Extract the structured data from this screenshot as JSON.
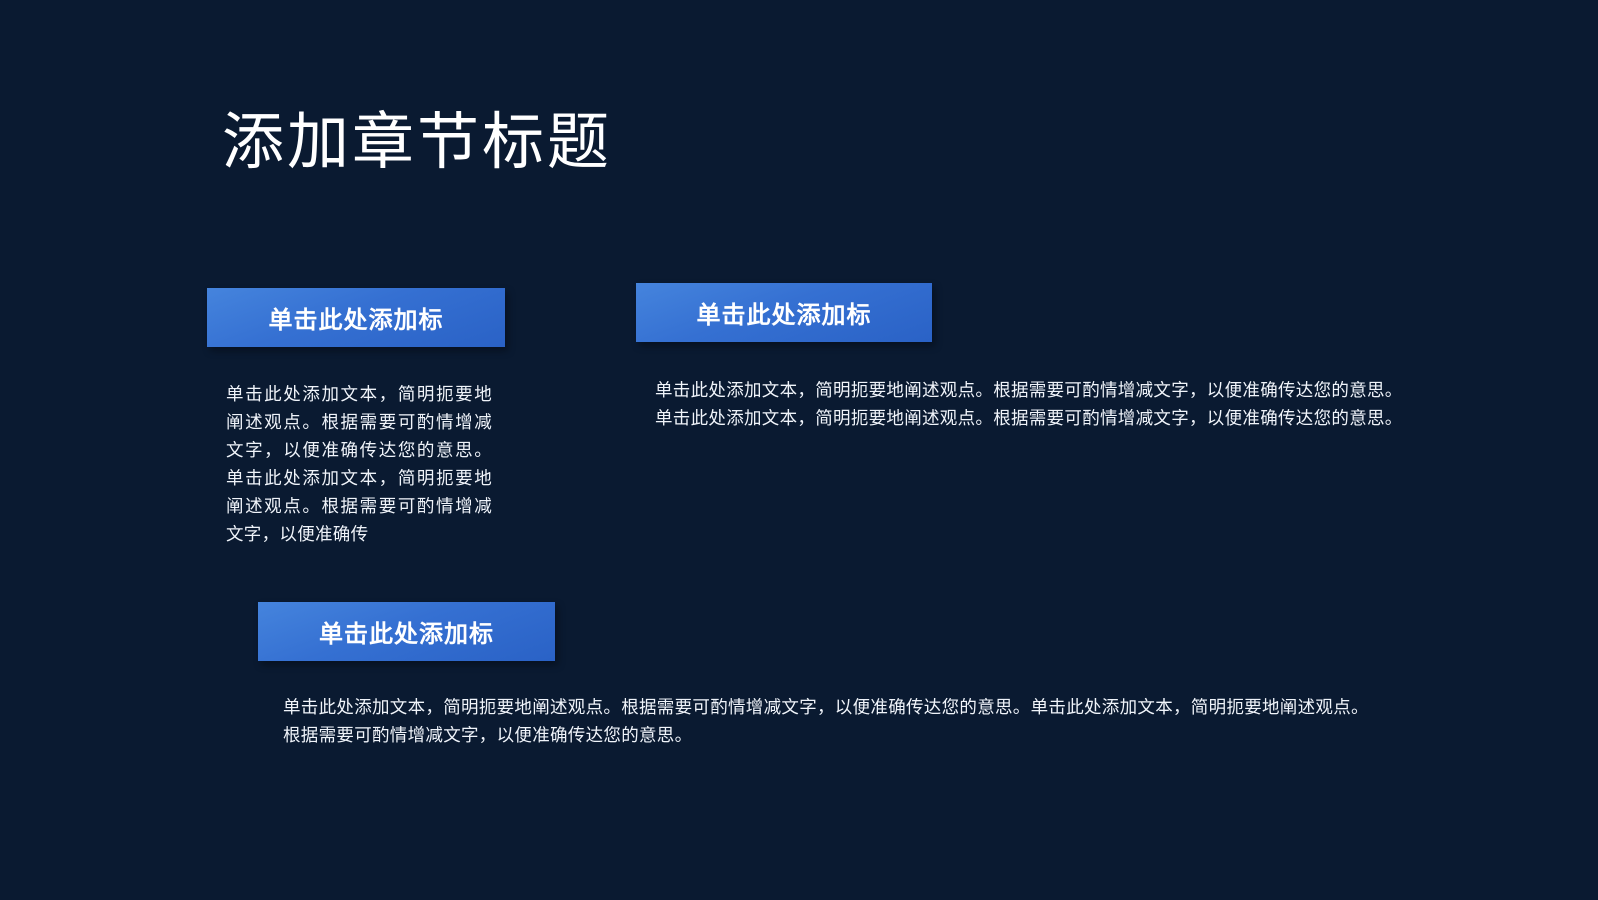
{
  "slide": {
    "title": "添加章节标题",
    "background_color": "#0a1a31",
    "button_gradient_start": "#4584dd",
    "button_gradient_end": "#2a62c6",
    "text_color": "#ffffff"
  },
  "cards": [
    {
      "button_label": "单击此处添加标",
      "body": "单击此处添加文本，简明扼要地阐述观点。根据需要可酌情增减文字，以便准确传达您的意思。单击此处添加文本，简明扼要地阐述观点。根据需要可酌情增减文字，以便准确传"
    },
    {
      "button_label": "单击此处添加标",
      "body": "单击此处添加文本，简明扼要地阐述观点。根据需要可酌情增减文字，以便准确传达您的意思。单击此处添加文本，简明扼要地阐述观点。根据需要可酌情增减文字，以便准确传达您的意思。"
    },
    {
      "button_label": "单击此处添加标",
      "body": "单击此处添加文本，简明扼要地阐述观点。根据需要可酌情增减文字，以便准确传达您的意思。单击此处添加文本，简明扼要地阐述观点。根据需要可酌情增减文字，以便准确传达您的意思。"
    }
  ]
}
